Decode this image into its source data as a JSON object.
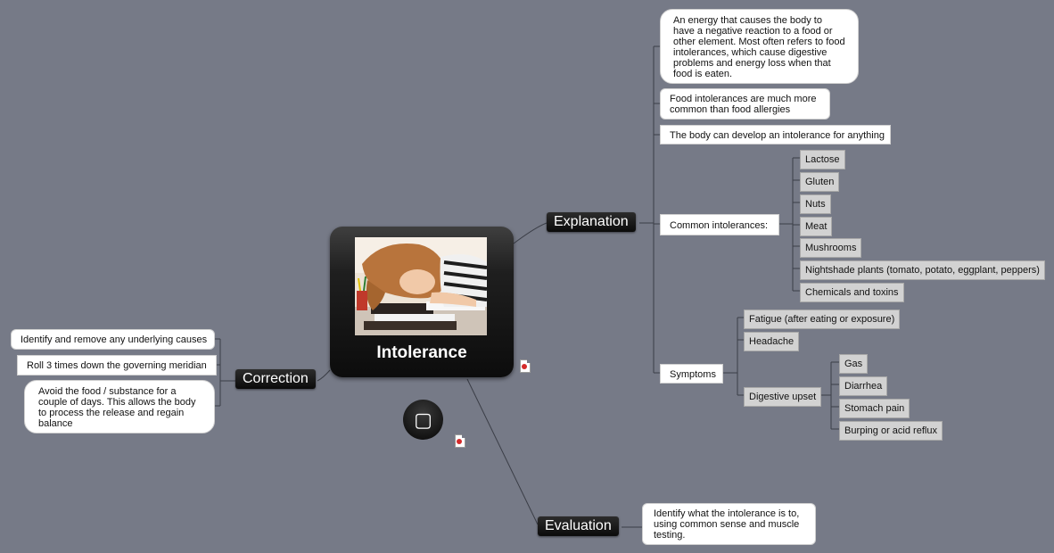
{
  "center": {
    "title": "Intolerance",
    "photo_label": "girl-sleeping-on-books"
  },
  "branches": {
    "explanation": {
      "label": "Explanation",
      "definition": "An energy that causes the body to have a negative reaction to a food or other element. Most often refers to food intolerances, which cause digestive problems and energy loss when that food is eaten.",
      "more_common": "Food intolerances are much more common than food allergies",
      "anything": "The body can develop an intolerance for anything",
      "common": {
        "label": "Common intolerances:",
        "items": [
          "Lactose",
          "Gluten",
          "Nuts",
          "Meat",
          "Mushrooms",
          "Nightshade plants (tomato, potato, eggplant, peppers)",
          "Chemicals and toxins"
        ]
      },
      "symptoms": {
        "label": "Symptoms",
        "fatigue": "Fatigue (after eating or exposure)",
        "headache": "Headache",
        "digestive": {
          "label": "Digestive upset",
          "items": [
            "Gas",
            "Diarrhea",
            "Stomach pain",
            "Burping or acid reflux"
          ]
        }
      }
    },
    "correction": {
      "label": "Correction",
      "items": [
        "Identify and remove any underlying causes",
        "Roll 3 times down the governing meridian",
        "Avoid the food / substance for a couple of days. This allows the body to process the release and regain balance"
      ]
    },
    "evaluation": {
      "label": "Evaluation",
      "text": "Identify what the intolerance is to, using common sense and muscle testing."
    }
  },
  "icons": {
    "floating_icon": "square-icon",
    "floating_glyph": "▢",
    "attachment": "pdf-icon"
  },
  "colors": {
    "background": "#767a87",
    "main_topic": "#111111",
    "subtopic_gray": "#d2d2d2",
    "subtopic_white": "#ffffff"
  }
}
